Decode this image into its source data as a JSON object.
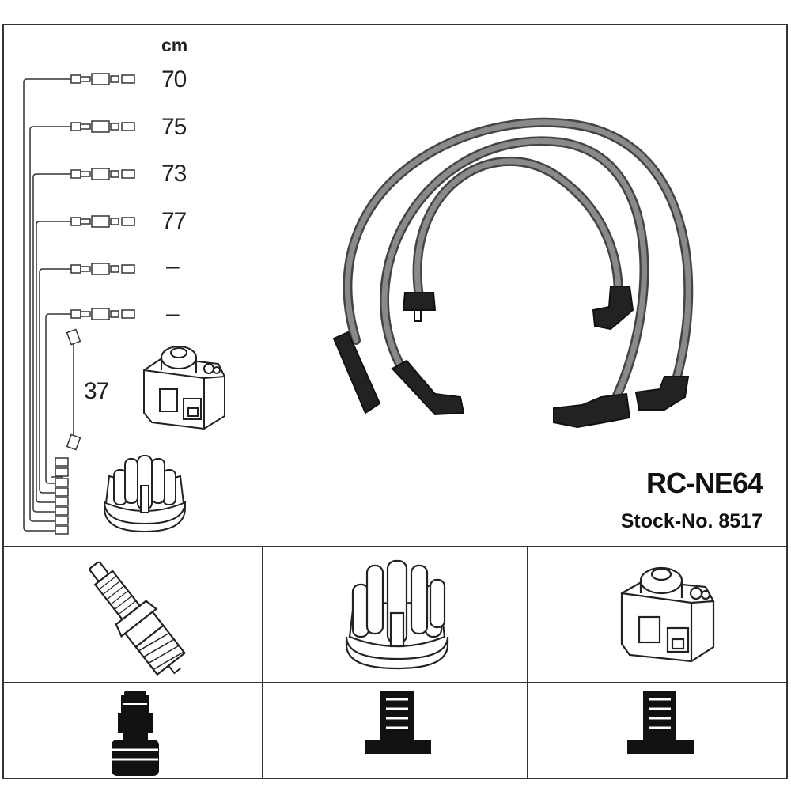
{
  "header": {
    "unit_label": "cm"
  },
  "cable_lengths": [
    "70",
    "75",
    "73",
    "77",
    "–",
    "–"
  ],
  "coil_lead_length": "37",
  "product": {
    "code": "RC-NE64",
    "stock_label": "Stock-No.",
    "stock_number": "8517"
  },
  "icons": {
    "top_left": [
      "ignition-lead-set-icon",
      "ignition-coil-icon",
      "distributor-cap-icon"
    ],
    "main": "ignition-cables-icon",
    "bottom_row1": [
      "spark-plug-icon",
      "distributor-cap-icon",
      "ignition-coil-icon"
    ],
    "bottom_row2": [
      "spark-plug-terminal-icon",
      "distributor-terminal-icon",
      "coil-terminal-icon"
    ]
  },
  "colors": {
    "line": "#333333",
    "cable": "#555555",
    "cable_light": "#7a7a7a"
  }
}
